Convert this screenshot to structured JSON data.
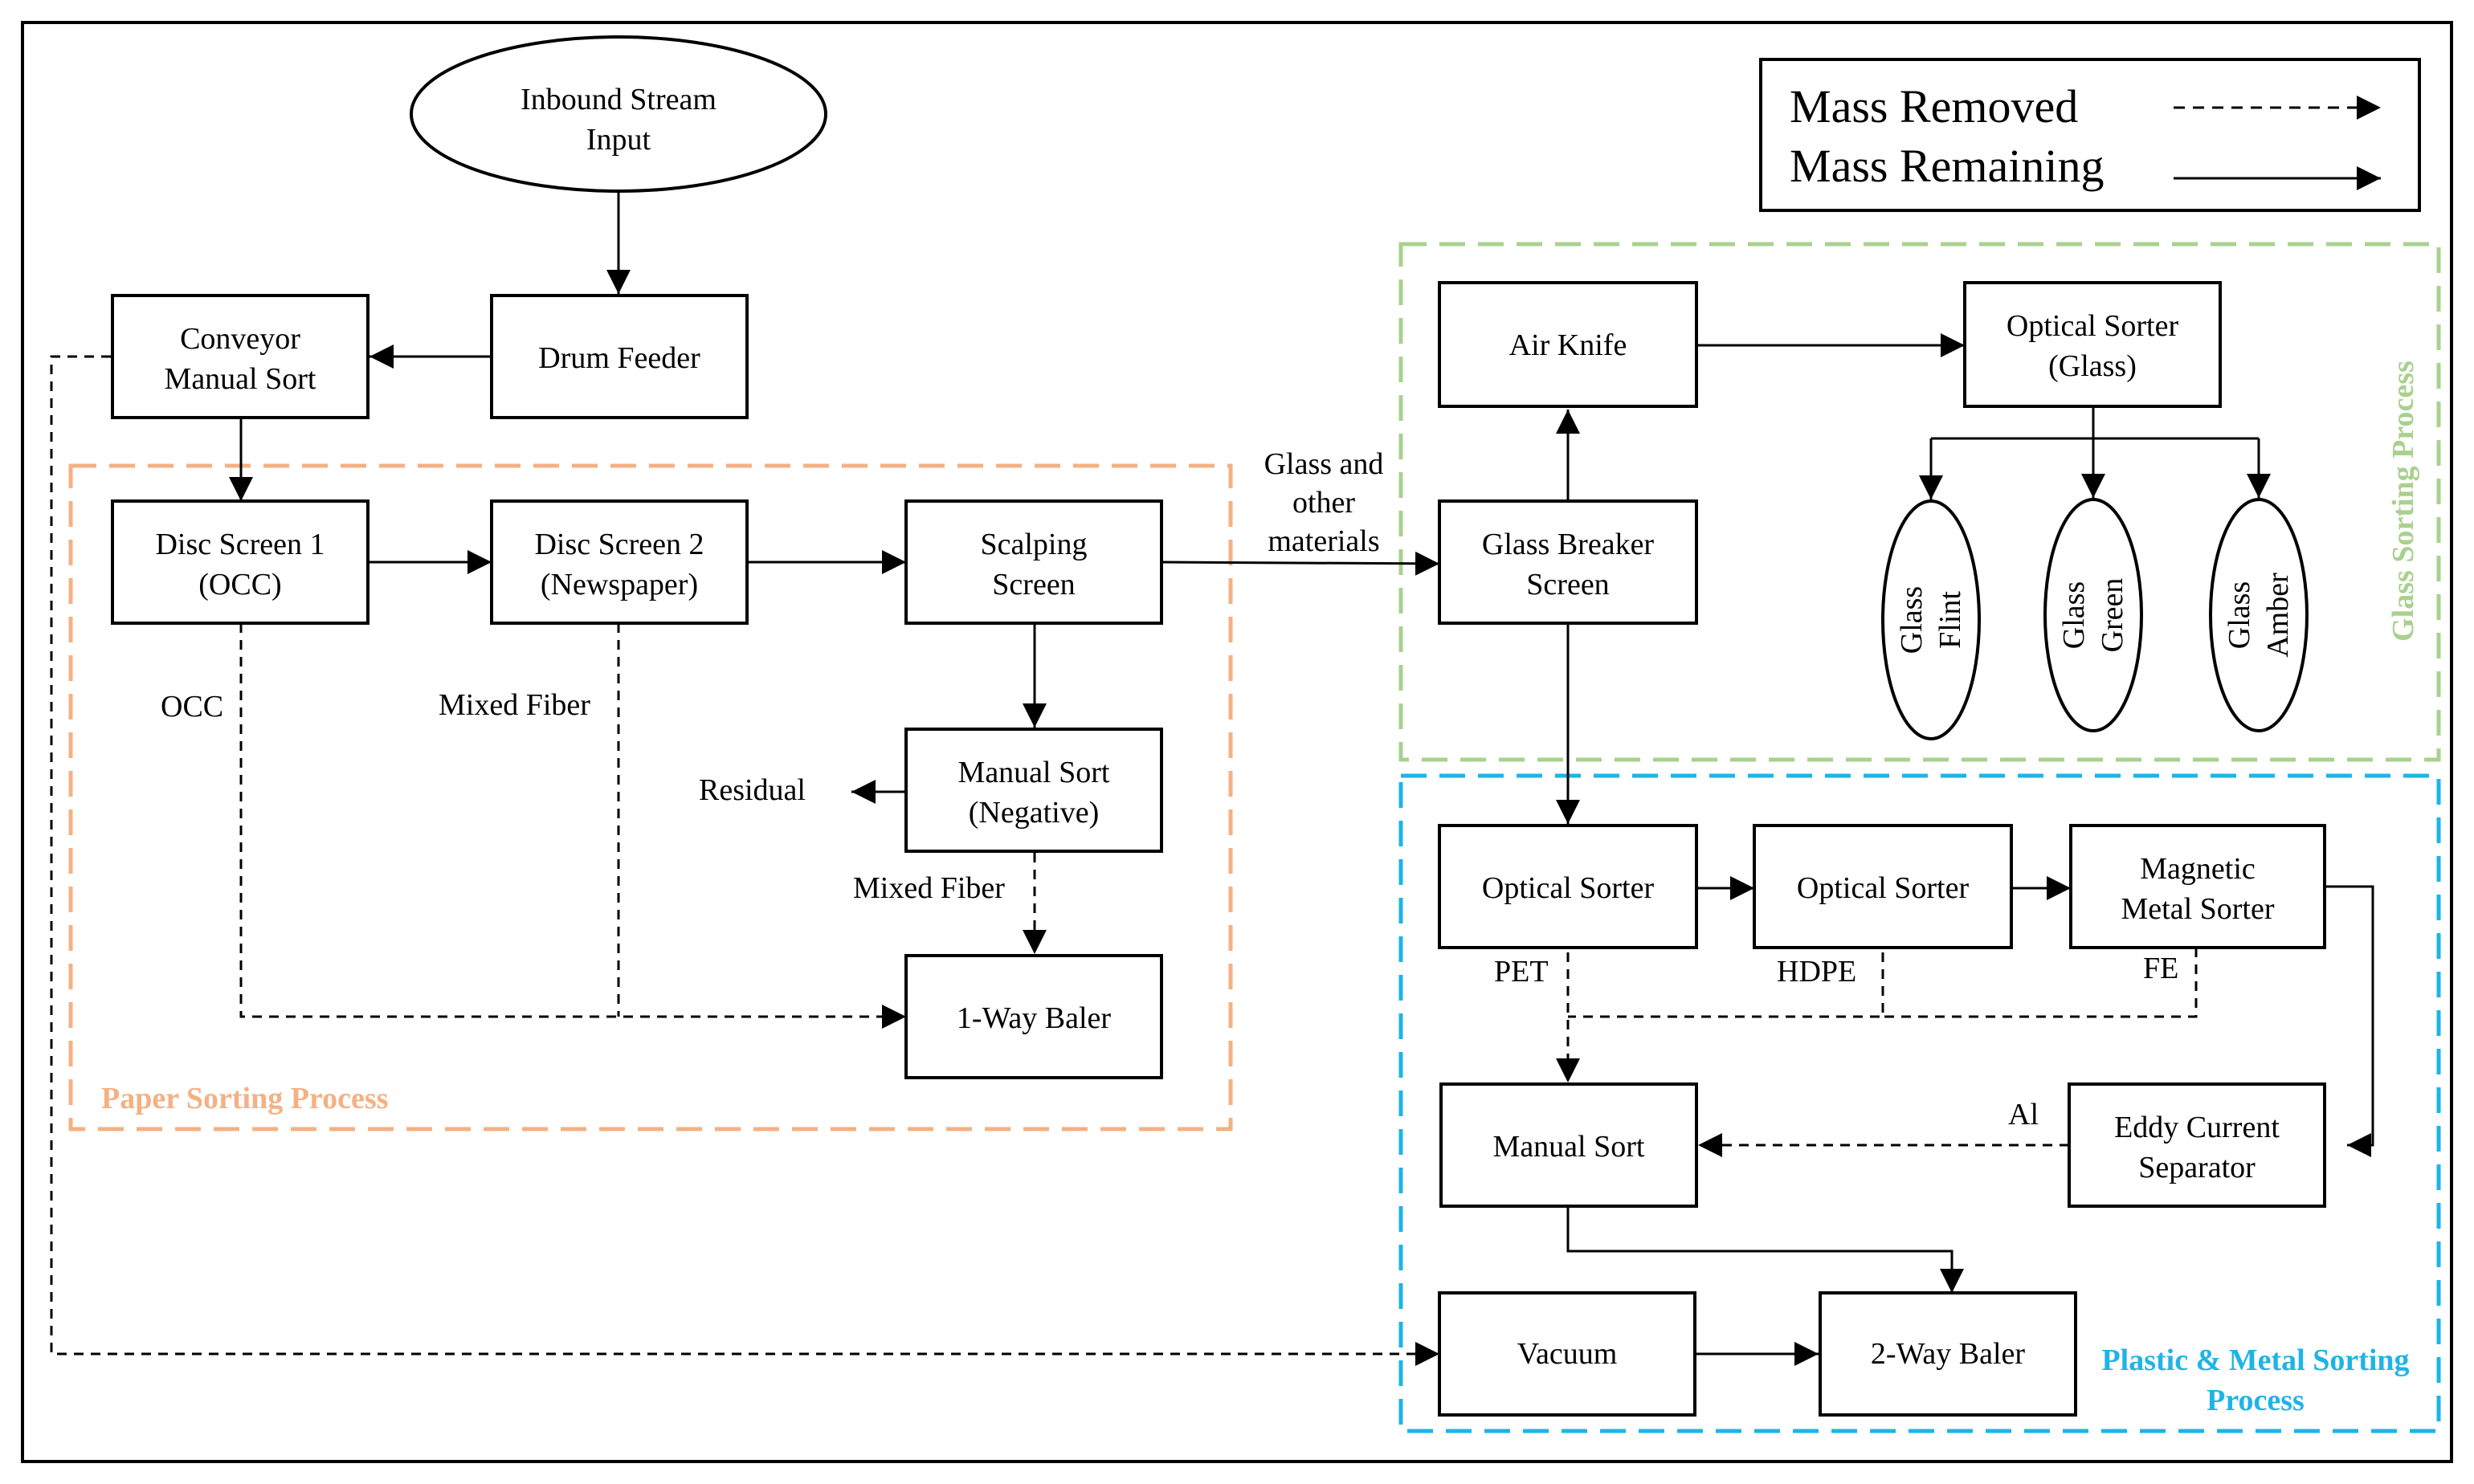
{
  "legend": {
    "removed_label": "Mass Removed",
    "remaining_label": "Mass Remaining"
  },
  "regions": {
    "paper": {
      "label": "Paper Sorting Process",
      "color": "#F4B183"
    },
    "glass": {
      "label": "Glass Sorting Process",
      "color": "#A9D18E"
    },
    "plastic": {
      "label_line1": "Plastic & Metal Sorting",
      "label_line2": "Process",
      "color": "#1FB4E6"
    }
  },
  "nodes": {
    "inbound": [
      "Inbound Stream",
      "Input"
    ],
    "drum_feeder": [
      "Drum Feeder"
    ],
    "conveyor": [
      "Conveyor",
      "Manual Sort"
    ],
    "disc1": [
      "Disc Screen 1",
      "(OCC)"
    ],
    "disc2": [
      "Disc Screen 2",
      "(Newspaper)"
    ],
    "scalping": [
      "Scalping",
      "Screen"
    ],
    "manual_neg": [
      "Manual Sort",
      "(Negative)"
    ],
    "baler1": [
      "1-Way Baler"
    ],
    "air_knife": [
      "Air Knife"
    ],
    "optical_glass": [
      "Optical Sorter",
      "(Glass)"
    ],
    "glass_breaker": [
      "Glass Breaker",
      "Screen"
    ],
    "glass_flint": [
      "Glass",
      "Flint"
    ],
    "glass_green": [
      "Glass",
      "Green"
    ],
    "glass_amber": [
      "Glass",
      "Amber"
    ],
    "optical1": [
      "Optical Sorter"
    ],
    "optical2": [
      "Optical Sorter"
    ],
    "magnetic": [
      "Magnetic",
      "Metal Sorter"
    ],
    "manual_sort": [
      "Manual Sort"
    ],
    "eddy": [
      "Eddy Current",
      "Separator"
    ],
    "vacuum": [
      "Vacuum"
    ],
    "baler2": [
      "2-Way Baler"
    ]
  },
  "edge_labels": {
    "glass_other": [
      "Glass and",
      "other",
      "materials"
    ],
    "occ": "OCC",
    "mixed_fiber_1": "Mixed Fiber",
    "residual": "Residual",
    "mixed_fiber_2": "Mixed Fiber",
    "pet": "PET",
    "hdpe": "HDPE",
    "fe": "FE",
    "al": "Al"
  }
}
